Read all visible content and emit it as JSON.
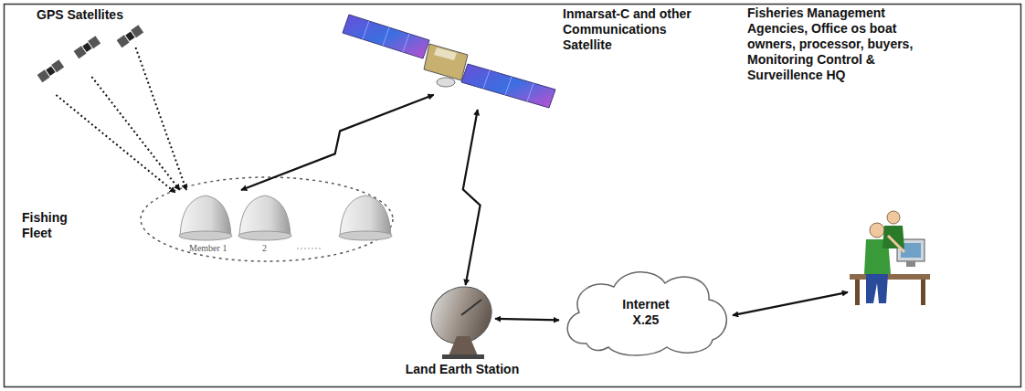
{
  "diagram": {
    "nodes": [
      {
        "text": [
          "GPS Satellites"
        ]
      },
      {
        "text": [
          "Inmarsat-C and other Communications Satellite"
        ]
      },
      {
        "text": [
          "Fishing Fleet"
        ]
      },
      {
        "text": [
          "Land Earth Station"
        ]
      },
      {
        "text": [
          "Internet X.25"
        ]
      },
      {
        "text": [
          "Fisheries Management Agencies, Office os boat owners, processor, buyers, Monitoring Control & Surveillence HQ"
        ]
      }
    ],
    "edges": [
      {
        "from": 0,
        "to": 2,
        "arrow": "to"
      },
      {
        "from": 0,
        "to": 2,
        "arrow": "to"
      },
      {
        "from": 0,
        "to": 2,
        "arrow": "to"
      },
      {
        "from": 2,
        "to": 1,
        "arrow": "both"
      },
      {
        "from": 1,
        "to": 3,
        "arrow": "both"
      },
      {
        "from": 3,
        "to": 4,
        "arrow": "both"
      },
      {
        "from": 4,
        "to": 5,
        "arrow": "both"
      }
    ],
    "labels": [
      "Member 1",
      "2"
    ]
  }
}
